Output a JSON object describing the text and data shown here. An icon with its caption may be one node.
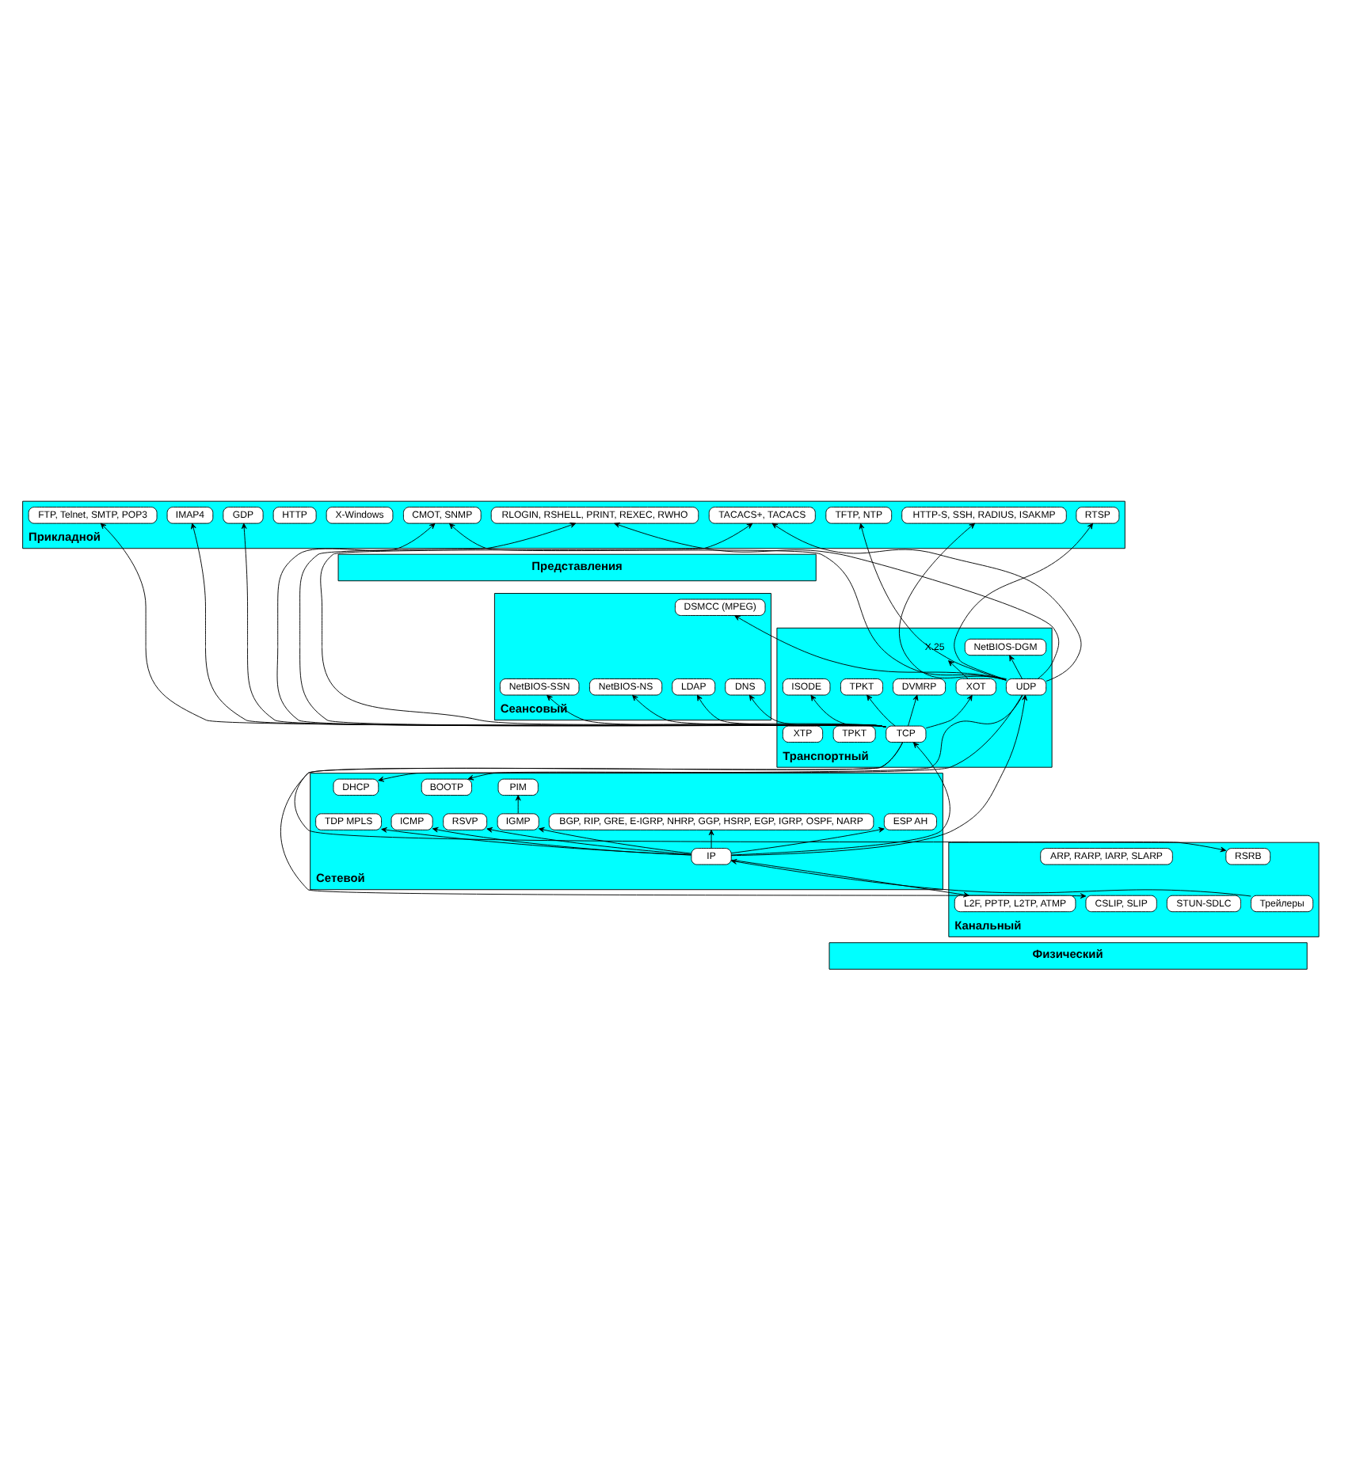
{
  "diagram": {
    "nodes": [
      {
        "text": [
          "Прикладной"
        ]
      },
      {
        "text": [
          "FTP, Telnet, SMTP, POP3"
        ],
        "in": 0
      },
      {
        "text": [
          "CMOT, SNMP"
        ],
        "in": 0
      },
      {
        "text": [
          "TFTP, NTP"
        ],
        "in": 0
      },
      {
        "text": [
          "HTTP-S, SSH, RADIUS, ISAKMP"
        ],
        "in": 0
      },
      {
        "text": [
          "RTSP"
        ],
        "in": 0
      },
      {
        "text": [
          "TACACS+, TACACS"
        ],
        "in": 0
      },
      {
        "text": [
          "X-Windows"
        ],
        "in": 0
      },
      {
        "text": [
          "HTTP"
        ],
        "in": 0
      },
      {
        "text": [
          "RLOGIN, RSHELL, PRINT, REXEC, RWHO"
        ],
        "in": 0
      },
      {
        "text": [
          "IMAP4"
        ],
        "in": 0
      },
      {
        "text": [
          "GDP"
        ],
        "in": 0
      },
      {
        "text": [
          "Представления"
        ]
      },
      {
        "text": [
          "Сеансовый"
        ]
      },
      {
        "text": [
          "NetBIOS-SSN"
        ],
        "in": 13
      },
      {
        "text": [
          "DNS"
        ],
        "in": 13
      },
      {
        "text": [
          "DSMCC (MPEG)"
        ],
        "in": 13
      },
      {
        "text": [
          "NetBIOS-NS"
        ],
        "in": 13
      },
      {
        "text": [
          "LDAP"
        ],
        "in": 13
      },
      {
        "text": [
          "Транспортный"
        ]
      },
      {
        "text": [
          "XOT"
        ],
        "in": 19
      },
      {
        "text": [
          "NetBIOS-DGM"
        ],
        "in": 19
      },
      {
        "text": [
          "X.25"
        ],
        "in": 19
      },
      {
        "text": [
          "ISODE"
        ],
        "in": 19
      },
      {
        "text": [
          "TPKT"
        ],
        "in": 19
      },
      {
        "text": [
          "TPKT"
        ],
        "in": 19
      },
      {
        "text": [
          "DVMRP"
        ],
        "in": 19
      },
      {
        "text": [
          "TCP"
        ],
        "in": 19
      },
      {
        "text": [
          "UDP"
        ],
        "in": 19
      },
      {
        "text": [
          "XTP"
        ],
        "in": 19
      },
      {
        "text": [
          "Сетевой"
        ]
      },
      {
        "text": [
          "PIM"
        ],
        "in": 30
      },
      {
        "text": [
          "DHCP"
        ],
        "in": 30
      },
      {
        "text": [
          "BOOTP"
        ],
        "in": 30
      },
      {
        "text": [
          "ICMP"
        ],
        "in": 30
      },
      {
        "text": [
          "RSVP"
        ],
        "in": 30
      },
      {
        "text": [
          "IGMP"
        ],
        "in": 30
      },
      {
        "text": [
          "BGP, RIP, GRE, E-IGRP, NHRP, GGP, HSRP, EGP, IGRP, OSPF, NARP"
        ],
        "in": 30
      },
      {
        "text": [
          "IP"
        ],
        "in": 30
      },
      {
        "text": [
          "ESP AH"
        ],
        "in": 30
      },
      {
        "text": [
          "TDP MPLS"
        ],
        "in": 30
      },
      {
        "text": [
          "Канальный"
        ]
      },
      {
        "text": [
          "RSRB"
        ],
        "in": 41
      },
      {
        "text": [
          "ARP, RARP, IARP, SLARP"
        ],
        "in": 41
      },
      {
        "text": [
          "CSLIP, SLIP"
        ],
        "in": 41
      },
      {
        "text": [
          "L2F, PPTP, L2TP, ATMP"
        ],
        "in": 41
      },
      {
        "text": [
          "Трейлеры"
        ],
        "in": 41
      },
      {
        "text": [
          "STUN-SDLC"
        ],
        "in": 41
      },
      {
        "text": [
          "Физический"
        ]
      }
    ],
    "edges": [
      {
        "from": 27,
        "to": 1,
        "arrow": "to"
      },
      {
        "from": 27,
        "to": 2,
        "arrow": "to"
      },
      {
        "from": 27,
        "to": 6,
        "arrow": "to"
      },
      {
        "from": 27,
        "to": 10,
        "arrow": "to"
      },
      {
        "from": 27,
        "to": 11,
        "arrow": "to"
      },
      {
        "from": 27,
        "to": 9,
        "arrow": "to"
      },
      {
        "from": 27,
        "to": 14,
        "arrow": "to"
      },
      {
        "from": 27,
        "to": 15,
        "arrow": "to"
      },
      {
        "from": 27,
        "to": 17,
        "arrow": "to"
      },
      {
        "from": 27,
        "to": 18,
        "arrow": "to"
      },
      {
        "from": 27,
        "to": 20,
        "arrow": "to"
      },
      {
        "from": 27,
        "to": 23,
        "arrow": "to"
      },
      {
        "from": 27,
        "to": 26,
        "arrow": "to"
      },
      {
        "from": 27,
        "to": 24,
        "arrow": "to"
      },
      {
        "from": 20,
        "to": 22,
        "arrow": "to"
      },
      {
        "from": 28,
        "to": 3,
        "arrow": "to"
      },
      {
        "from": 28,
        "to": 2,
        "arrow": "to"
      },
      {
        "from": 28,
        "to": 6,
        "arrow": "to"
      },
      {
        "from": 28,
        "to": 4,
        "arrow": "to"
      },
      {
        "from": 28,
        "to": 9,
        "arrow": "to"
      },
      {
        "from": 28,
        "to": 5,
        "arrow": "to"
      },
      {
        "from": 28,
        "to": 16,
        "arrow": "to"
      },
      {
        "from": 28,
        "to": 21,
        "arrow": "to"
      },
      {
        "from": 28,
        "to": 32,
        "arrow": "to"
      },
      {
        "from": 28,
        "to": 33,
        "arrow": "to"
      },
      {
        "from": 27,
        "to": 42,
        "arrow": "to"
      },
      {
        "from": 27,
        "to": 44,
        "arrow": "to"
      },
      {
        "from": 38,
        "to": 27,
        "arrow": "to"
      },
      {
        "from": 38,
        "to": 28,
        "arrow": "to"
      },
      {
        "from": 38,
        "to": 34,
        "arrow": "to"
      },
      {
        "from": 38,
        "to": 35,
        "arrow": "to"
      },
      {
        "from": 38,
        "to": 36,
        "arrow": "to"
      },
      {
        "from": 36,
        "to": 31,
        "arrow": "to"
      },
      {
        "from": 38,
        "to": 37,
        "arrow": "to"
      },
      {
        "from": 38,
        "to": 39,
        "arrow": "to"
      },
      {
        "from": 38,
        "to": 40,
        "arrow": "to"
      },
      {
        "from": 38,
        "to": 45,
        "arrow": "to"
      },
      {
        "from": 46,
        "to": 38,
        "arrow": "to"
      }
    ]
  }
}
